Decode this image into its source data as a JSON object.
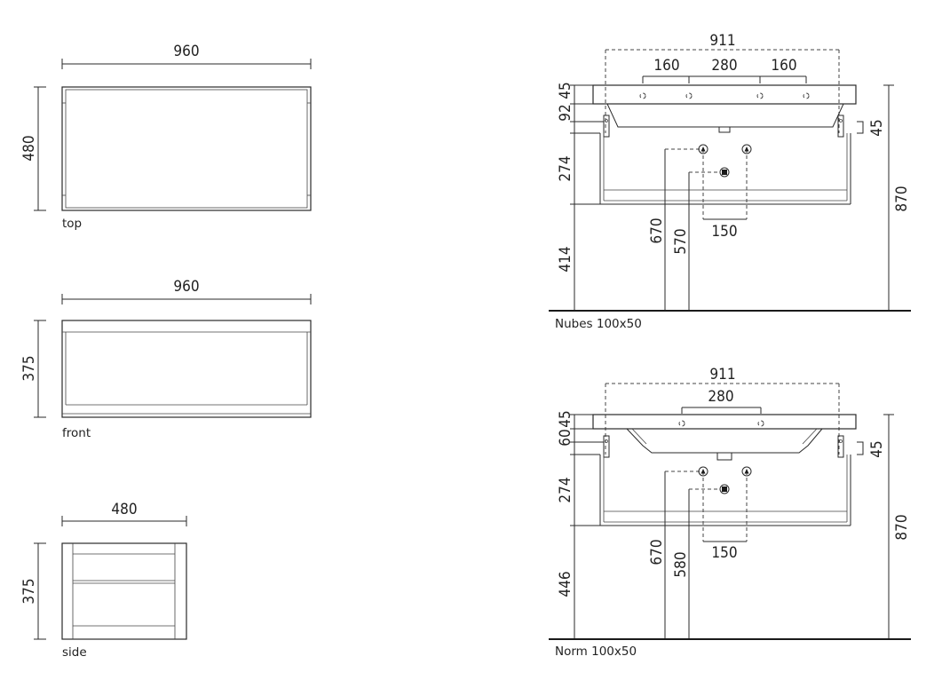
{
  "colors": {
    "line": "#2a2a2a",
    "text": "#222222",
    "background": "#ffffff"
  },
  "views": {
    "top": {
      "caption": "top",
      "width": "960",
      "depth": "480"
    },
    "front": {
      "caption": "front",
      "width": "960",
      "height": "375"
    },
    "side": {
      "caption": "side",
      "depth": "480",
      "height": "375"
    }
  },
  "nubes": {
    "caption": "Nubes 100x50",
    "basin_width": "911",
    "holes_left": "160",
    "holes_center": "280",
    "holes_right": "160",
    "rim": "45",
    "basin_depth": "92",
    "bracket": "45",
    "cabinet_height": "274",
    "floor_gap": "414",
    "total_height": "870",
    "hot_cold_height": "670",
    "drain_height": "570",
    "tap_spacing": "150"
  },
  "norm": {
    "caption": "Norm 100x50",
    "basin_width": "911",
    "holes_center": "280",
    "rim": "45",
    "basin_depth": "60",
    "bracket": "45",
    "cabinet_height": "274",
    "floor_gap": "446",
    "total_height": "870",
    "hot_cold_height": "670",
    "drain_height": "580",
    "tap_spacing": "150"
  }
}
